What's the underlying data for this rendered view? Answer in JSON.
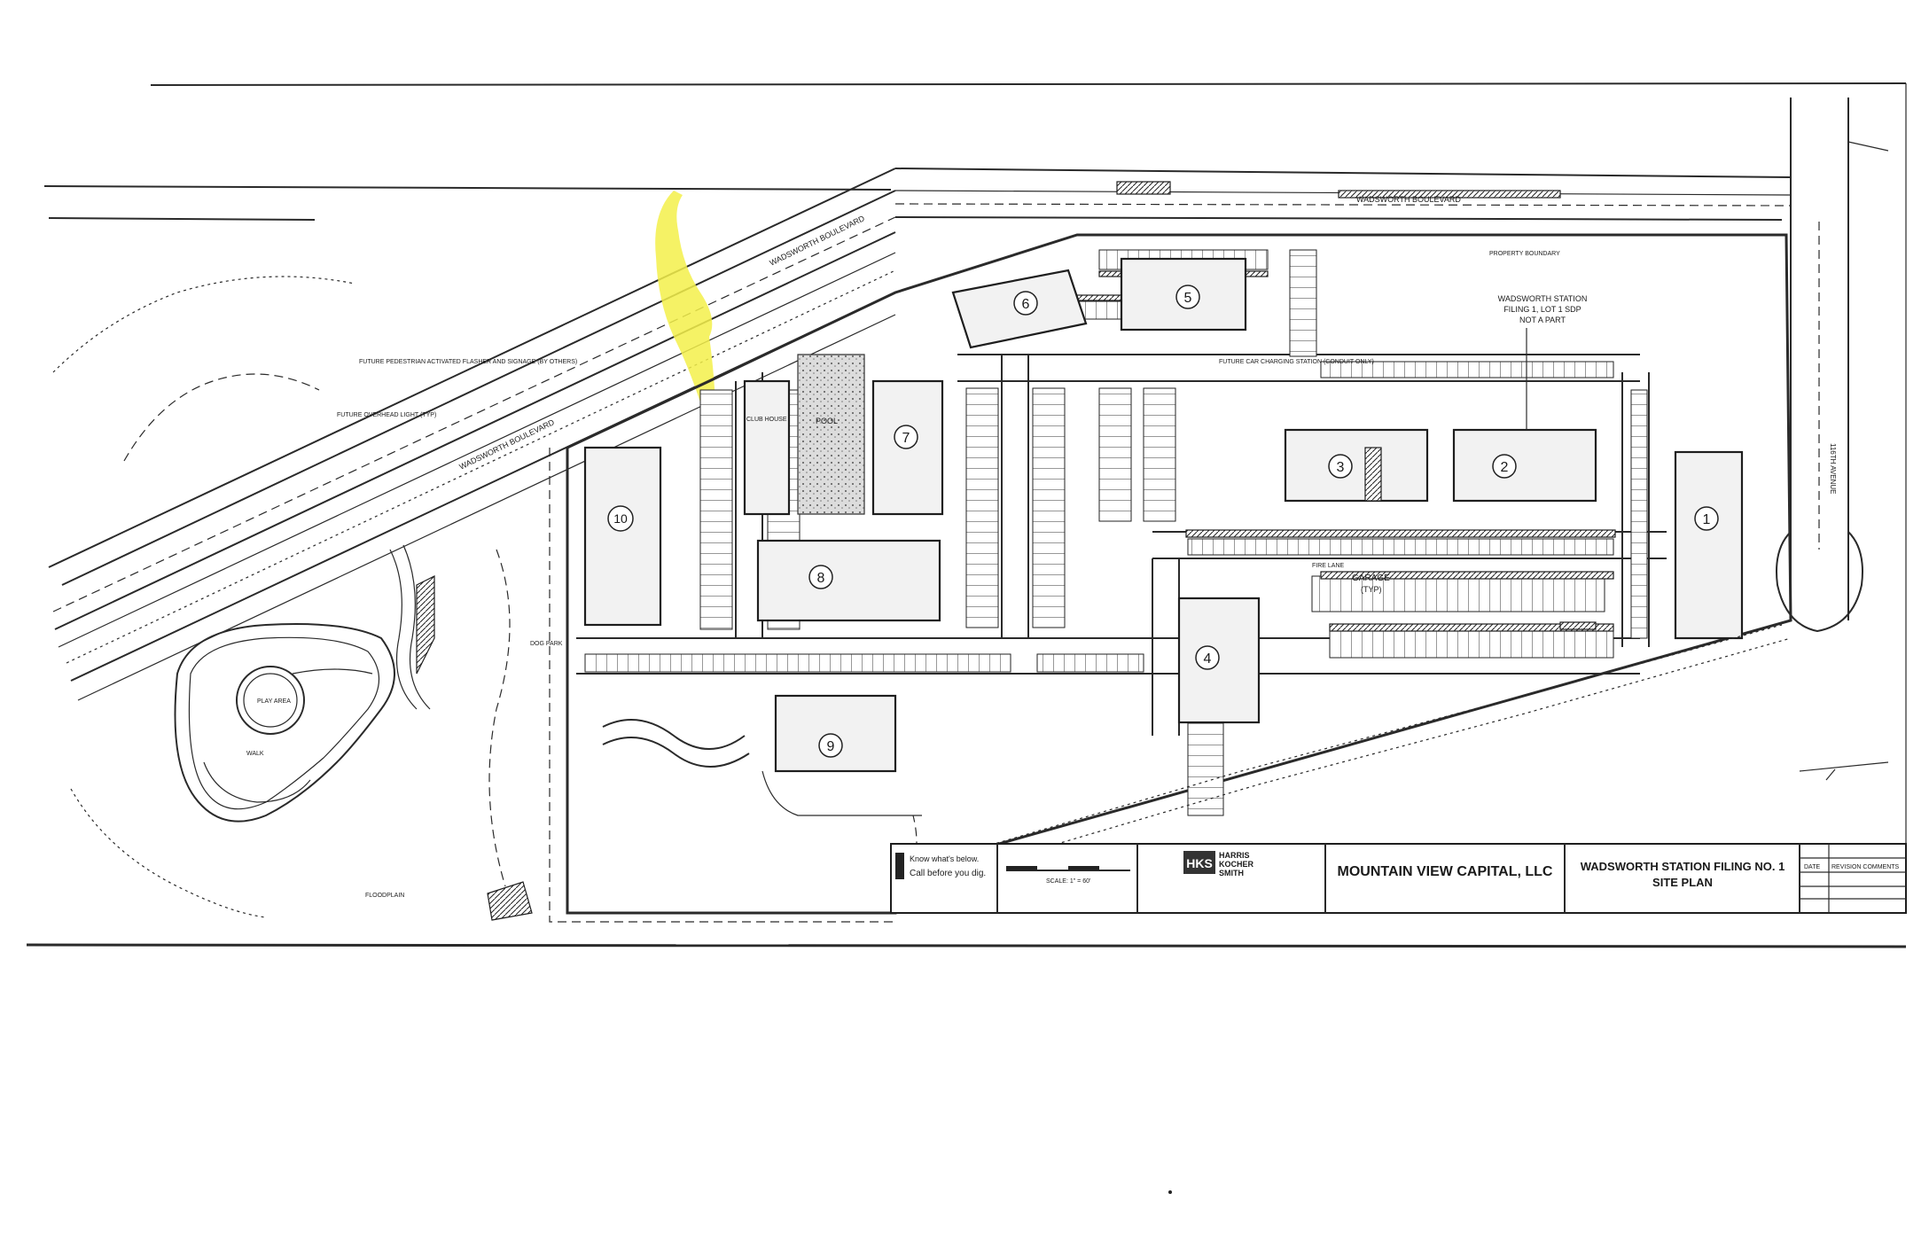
{
  "roads": {
    "wadsworth_diag": "WADSWORTH BOULEVARD",
    "wadsworth_diag_2": "WADSWORTH BOULEVARD",
    "wadsworth_top": "WADSWORTH BOULEVARD",
    "avenue_right": "116TH AVENUE"
  },
  "buildings": [
    {
      "num": "1"
    },
    {
      "num": "2"
    },
    {
      "num": "3"
    },
    {
      "num": "4"
    },
    {
      "num": "5"
    },
    {
      "num": "6"
    },
    {
      "num": "7"
    },
    {
      "num": "8"
    },
    {
      "num": "9"
    },
    {
      "num": "10"
    }
  ],
  "labels": {
    "pool": "POOL",
    "club_house": "CLUB HOUSE",
    "garage": "GARAGE",
    "garage_typ": "(TYP)",
    "play_area": "PLAY AREA",
    "dog_park": "DOG PARK",
    "walk": "WALK",
    "property_boundary": "PROPERTY BOUNDARY",
    "future_car_charging": "FUTURE CAR CHARGING STATION (CONDUIT ONLY)",
    "fire_lane": "FIRE LANE",
    "future_overhead_light": "FUTURE OVERHEAD LIGHT (TYP)",
    "future_pedestrian": "FUTURE PEDESTRIAN ACTIVATED FLASHER AND SIGNAGE (BY OTHERS)",
    "floodplain": "FLOODPLAIN",
    "filing_note_1": "WADSWORTH STATION",
    "filing_note_2": "FILING 1, LOT 1 SDP",
    "filing_note_3": "NOT A PART"
  },
  "title_block": {
    "call_line1": "Know what's below.",
    "call_line2": "Call before you dig.",
    "scale": "SCALE: 1\" = 60'",
    "firm_logo": "HKS",
    "firm_name_1": "HARRIS",
    "firm_name_2": "KOCHER",
    "firm_name_3": "SMITH",
    "client": "MOUNTAIN VIEW CAPITAL, LLC",
    "project": "WADSWORTH STATION FILING NO. 1",
    "sheet": "SITE PLAN",
    "date_label": "DATE",
    "revision_label": "REVISION COMMENTS"
  },
  "colors": {
    "ink": "#1e1e1e",
    "highlight": "#f3f04a",
    "paper": "#ffffff"
  }
}
